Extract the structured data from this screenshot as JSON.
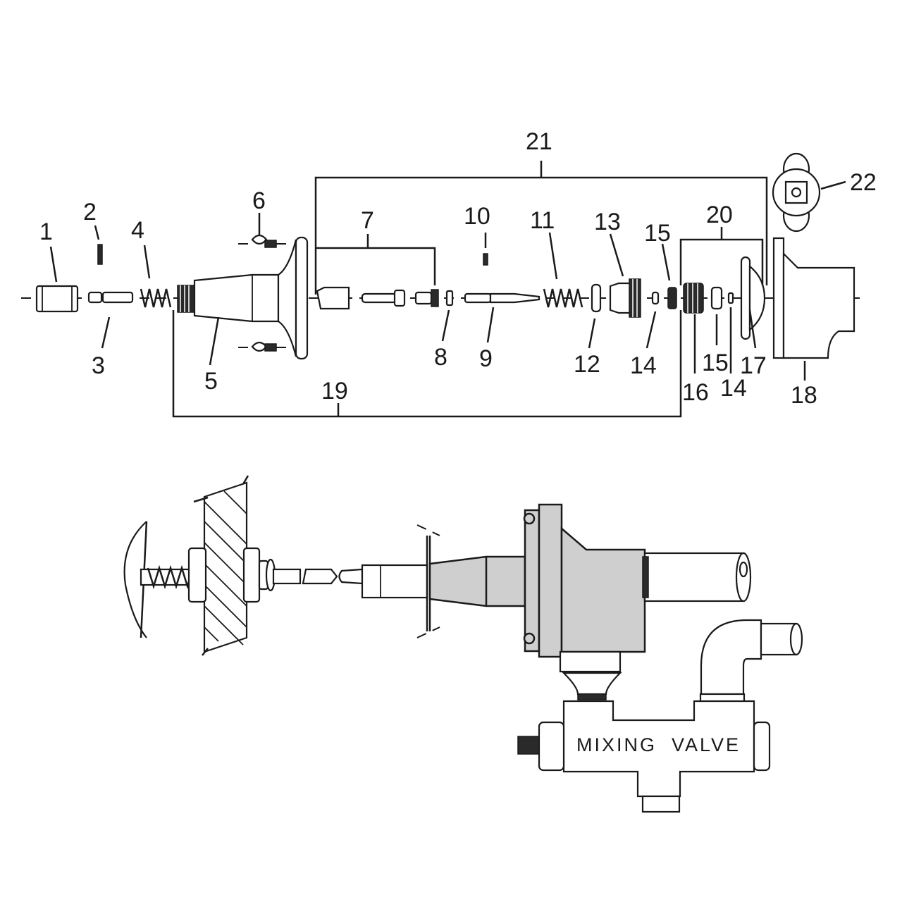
{
  "exploded_view": {
    "callouts": {
      "c1": "1",
      "c2": "2",
      "c3": "3",
      "c4": "4",
      "c5": "5",
      "c6": "6",
      "c7": "7",
      "c8": "8",
      "c9": "9",
      "c10": "10",
      "c11": "11",
      "c12": "12",
      "c13": "13",
      "c14a": "14",
      "c15a": "15",
      "c16": "16",
      "c15b": "15",
      "c14b": "14",
      "c17": "17",
      "c18": "18",
      "c19": "19",
      "c20": "20",
      "c21": "21",
      "c22": "22"
    }
  },
  "installation_view": {
    "mixing_valve_label": "MIXING  VALVE"
  }
}
